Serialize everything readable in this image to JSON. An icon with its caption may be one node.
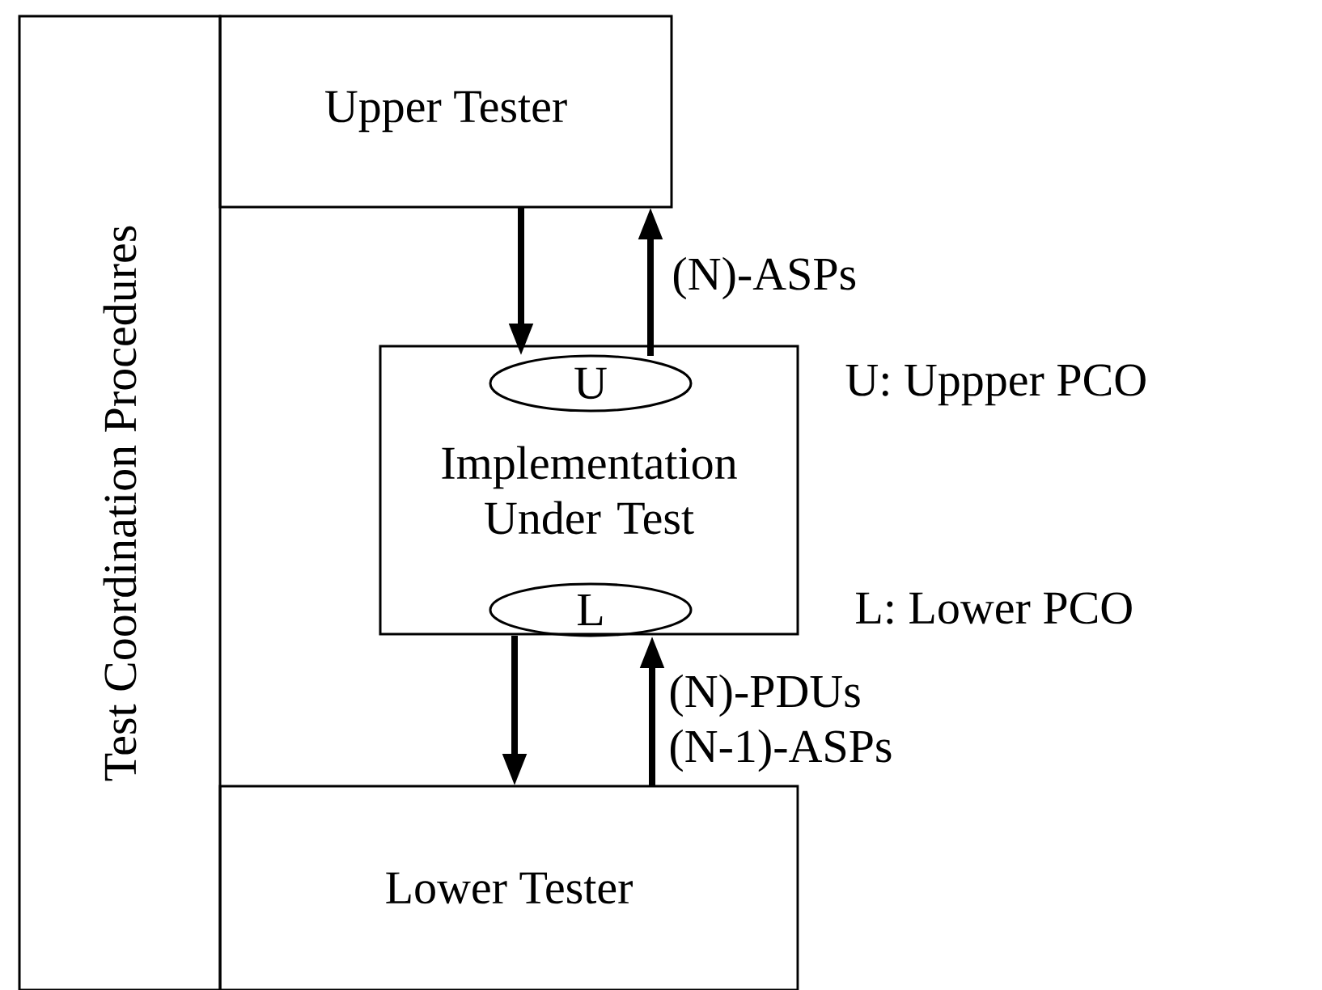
{
  "diagram": {
    "nodes": [
      {
        "text": [
          "Test Coordination Procedures"
        ]
      },
      {
        "text": [
          "Upper Tester"
        ]
      },
      {
        "text": [
          "Implementation Under Test"
        ]
      },
      {
        "text": [
          "U"
        ],
        "in": 2
      },
      {
        "text": [
          "L"
        ],
        "in": 2
      },
      {
        "text": [
          "Lower Tester"
        ]
      }
    ],
    "edges": [
      {
        "from": 1,
        "to": 3,
        "arrow": "to"
      },
      {
        "from": 3,
        "to": 1,
        "arrow": "to",
        "label": "(N)-ASPs"
      },
      {
        "from": 4,
        "to": 5,
        "arrow": "to"
      },
      {
        "from": 5,
        "to": 4,
        "arrow": "to",
        "label": "(N)-PDUs (N-1)-ASPs"
      }
    ],
    "labels": [
      "U: Uppper PCO",
      "L: Lower PCO"
    ]
  }
}
